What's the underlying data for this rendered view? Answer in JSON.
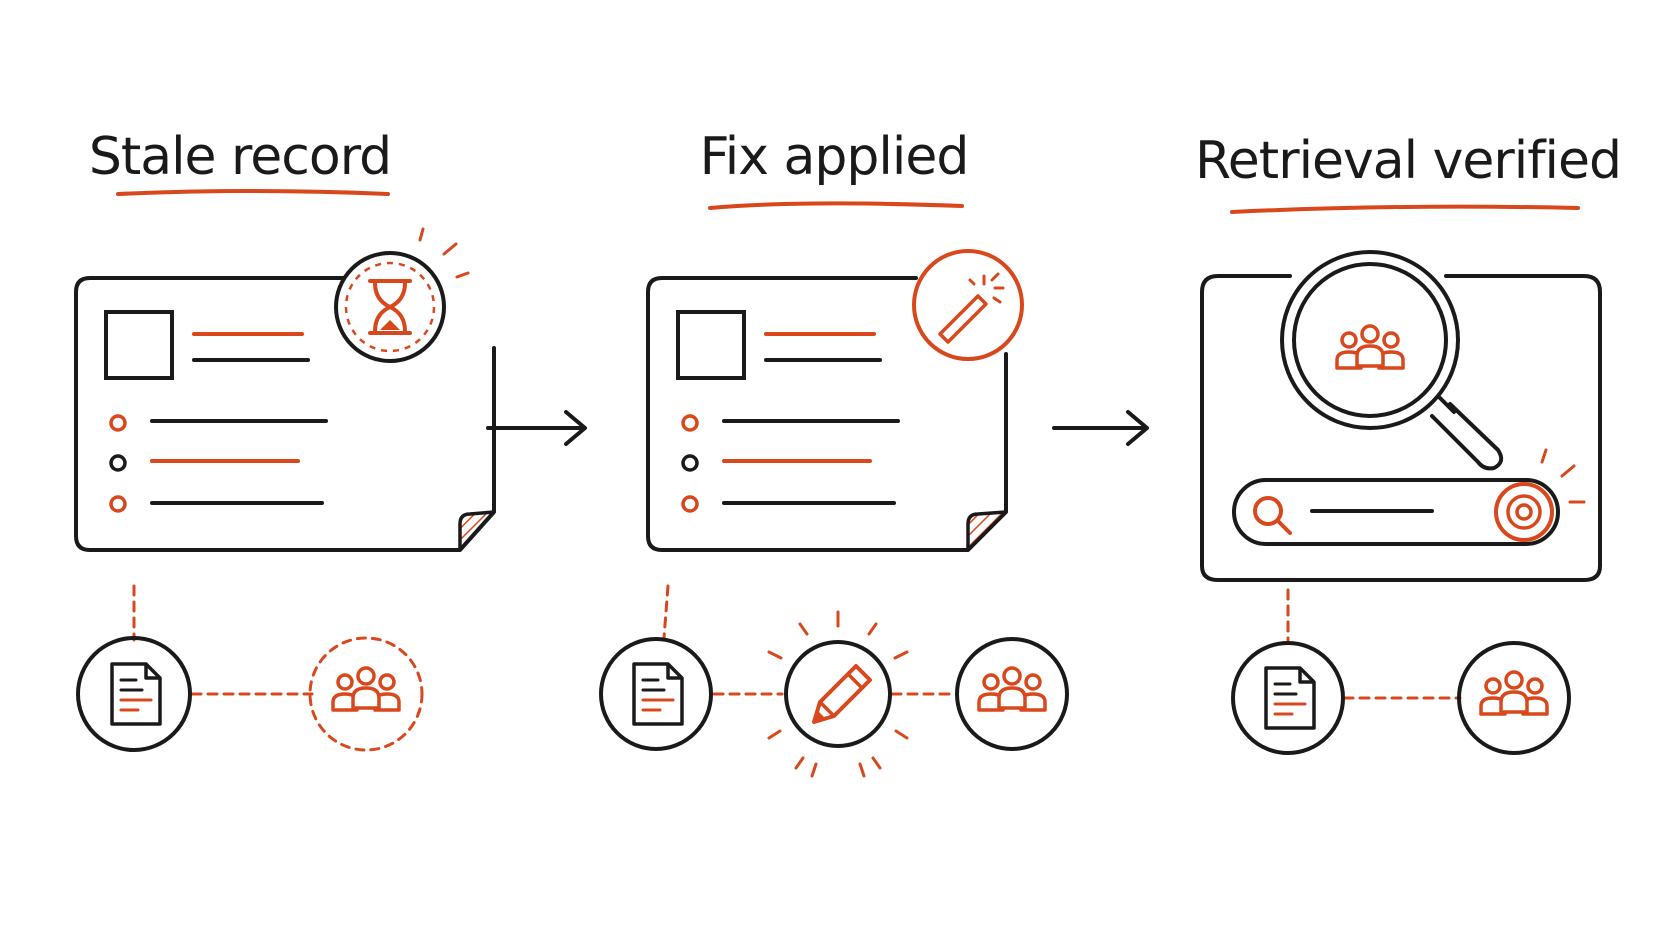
{
  "colors": {
    "ink": "#1a1a1a",
    "accent": "#d9481c",
    "background": "#ffffff"
  },
  "stages": [
    {
      "title": "Stale record",
      "badge_icon": "hourglass-icon",
      "nodes": [
        "document-icon",
        "people-group-icon"
      ]
    },
    {
      "title": "Fix applied",
      "badge_icon": "magic-wand-icon",
      "nodes": [
        "document-icon",
        "pencil-icon",
        "people-group-icon"
      ]
    },
    {
      "title": "Retrieval verified",
      "badge_icon": "magnifier-icon",
      "nodes": [
        "document-icon",
        "people-group-icon"
      ]
    }
  ],
  "flow_arrows": 2
}
